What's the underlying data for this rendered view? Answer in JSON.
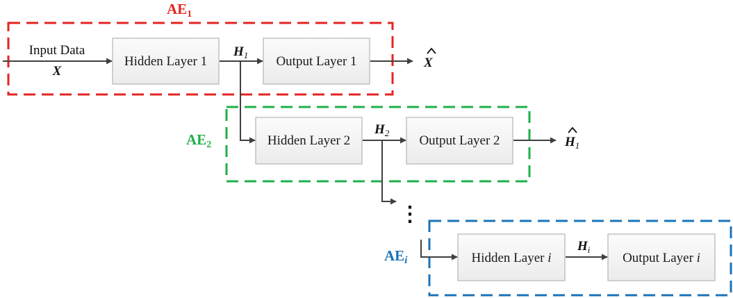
{
  "colors": {
    "ae1": "#e32421",
    "ae2": "#1fb04a",
    "aei": "#1a73b8",
    "arrow": "#404040",
    "box_fill": "#f2f2f2",
    "box_stroke": "#b3b3b3"
  },
  "input": {
    "title": "Input Data",
    "var": "X"
  },
  "ae_labels": {
    "ae1": {
      "base": "AE",
      "sub": "1"
    },
    "ae2": {
      "base": "AE",
      "sub": "2"
    },
    "aei": {
      "base": "AE",
      "sub": "i"
    }
  },
  "boxes": {
    "hidden1": {
      "text": "Hidden Layer 1"
    },
    "output1": {
      "text": "Output Layer 1"
    },
    "hidden2": {
      "text": "Hidden Layer 2"
    },
    "output2": {
      "text": "Output Layer 2"
    },
    "hiddeni": {
      "text": "Hidden Layer ",
      "index": "i"
    },
    "outputi": {
      "text": "Output Layer ",
      "index": "i"
    }
  },
  "signals": {
    "h1": {
      "var": "H",
      "sub": "1"
    },
    "h2": {
      "var": "H",
      "sub": "2"
    },
    "hi": {
      "var": "H",
      "sub": "i"
    }
  },
  "outputs": {
    "xhat": {
      "var": "X"
    },
    "h1hat": {
      "var": "H",
      "sub": "1"
    }
  },
  "ellipsis": "⋮"
}
